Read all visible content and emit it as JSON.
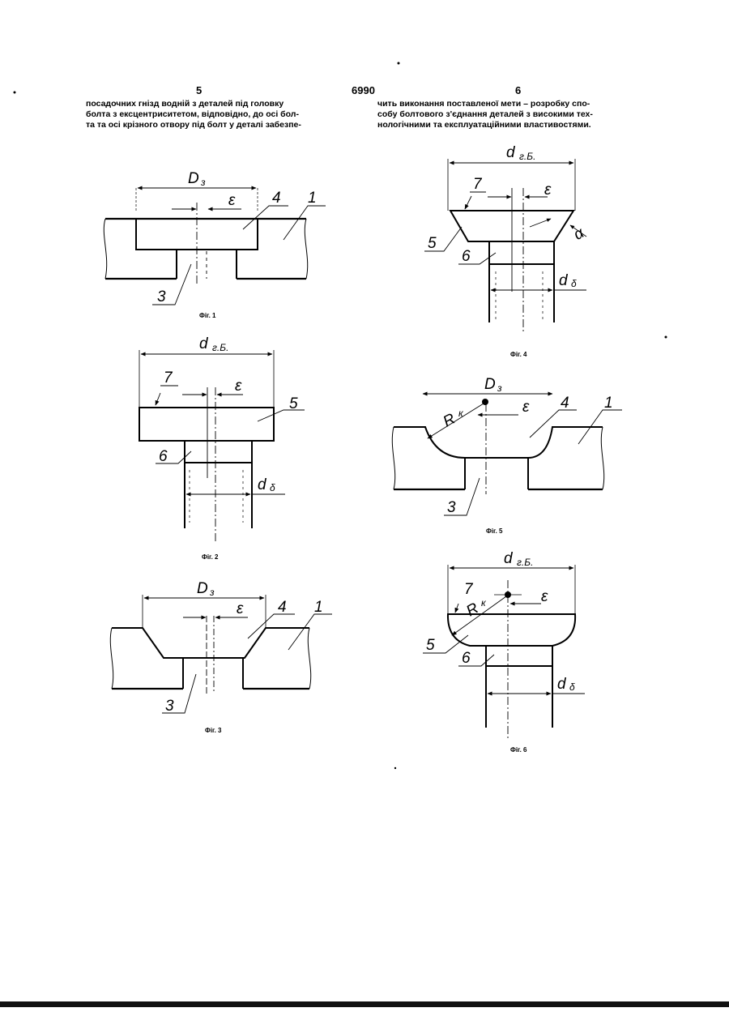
{
  "header": {
    "page_left": "5",
    "patent_number": "6990",
    "page_right": "6"
  },
  "text": {
    "left_lines": [
      "посадочних гнізд  водній з деталей під головку",
      "болта з ексцентриситетом, відповідно, до осі бол-",
      "та та осі крізного отвору під болт у деталі забезпе-"
    ],
    "right_lines": [
      "чить виконання поставленої мети – розробку спо-",
      "собу болтового з'єднання деталей з високими тех-",
      "нологічними та експлуатаційними властивостями."
    ]
  },
  "figures": {
    "fig1": {
      "caption": "Фіг. 1",
      "dim_main": "D",
      "dim_main_sub": "з",
      "ecc": "ε",
      "labels": [
        "4",
        "1",
        "3"
      ]
    },
    "fig2": {
      "caption": "Фіг. 2",
      "dim_main": "d",
      "dim_main_sub": "г.Б.",
      "ecc": "ε",
      "dim_bolt": "d",
      "dim_bolt_sub": "δ",
      "labels": [
        "7",
        "5",
        "6"
      ]
    },
    "fig3": {
      "caption": "Фіг. 3",
      "dim_main": "D",
      "dim_main_sub": "з",
      "ecc": "ε",
      "labels": [
        "4",
        "1",
        "3"
      ]
    },
    "fig4": {
      "caption": "Фіг. 4",
      "dim_main": "d",
      "dim_main_sub": "г.Б.",
      "ecc": "ε",
      "angle": "α",
      "dim_bolt": "d",
      "dim_bolt_sub": "δ",
      "labels": [
        "7",
        "5",
        "6"
      ]
    },
    "fig5": {
      "caption": "Фіг. 5",
      "dim_main": "D",
      "dim_main_sub": "з",
      "radius": "R",
      "radius_sub": "к",
      "ecc": "ε",
      "labels": [
        "4",
        "1",
        "3"
      ]
    },
    "fig6": {
      "caption": "Фіг. 6",
      "dim_main": "d",
      "dim_main_sub": "г.Б.",
      "radius": "R",
      "radius_sub": "к",
      "ecc": "ε",
      "dim_bolt": "d",
      "dim_bolt_sub": "δ",
      "labels": [
        "7",
        "5",
        "6"
      ]
    }
  }
}
